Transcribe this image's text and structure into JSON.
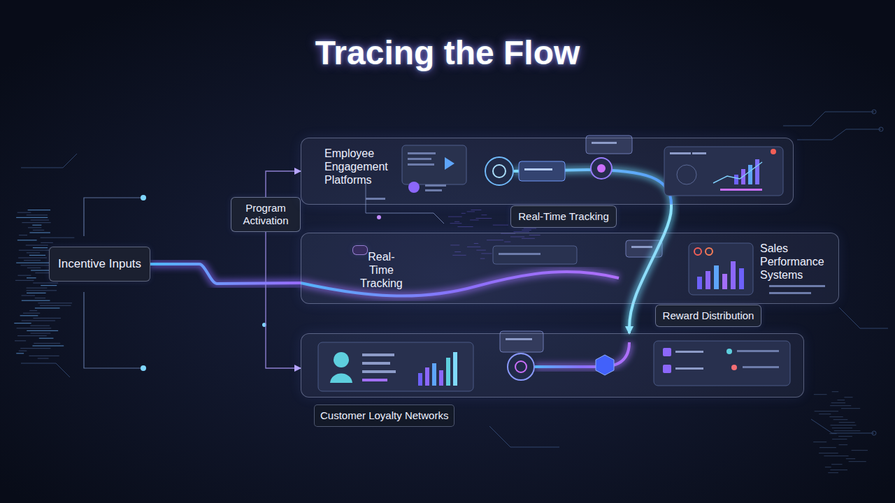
{
  "diagram": {
    "title": "Tracing the Flow",
    "nodes": [
      {
        "text": [
          "Incentive Inputs"
        ]
      },
      {
        "text": [
          "Program Activation"
        ]
      },
      {
        "text": [
          "Employee Engagement Platforms"
        ]
      },
      {
        "text": [
          "Real-Time Tracking"
        ]
      },
      {
        "text": [
          "Sales Performance Systems"
        ]
      },
      {
        "text": [
          "Real-Time Tracking"
        ],
        "in": 4
      },
      {
        "text": [
          "Reward Distribution"
        ]
      },
      {
        "text": [
          "Customer Loyalty Networks"
        ]
      }
    ],
    "edges": [
      {
        "from": 1,
        "to": 2,
        "arrow": "to"
      },
      {
        "from": 1,
        "to": 7,
        "arrow": "to"
      },
      {
        "from": 0,
        "to": 4,
        "arrow": "none"
      },
      {
        "from": 2,
        "to": 7,
        "arrow": "to"
      }
    ]
  }
}
